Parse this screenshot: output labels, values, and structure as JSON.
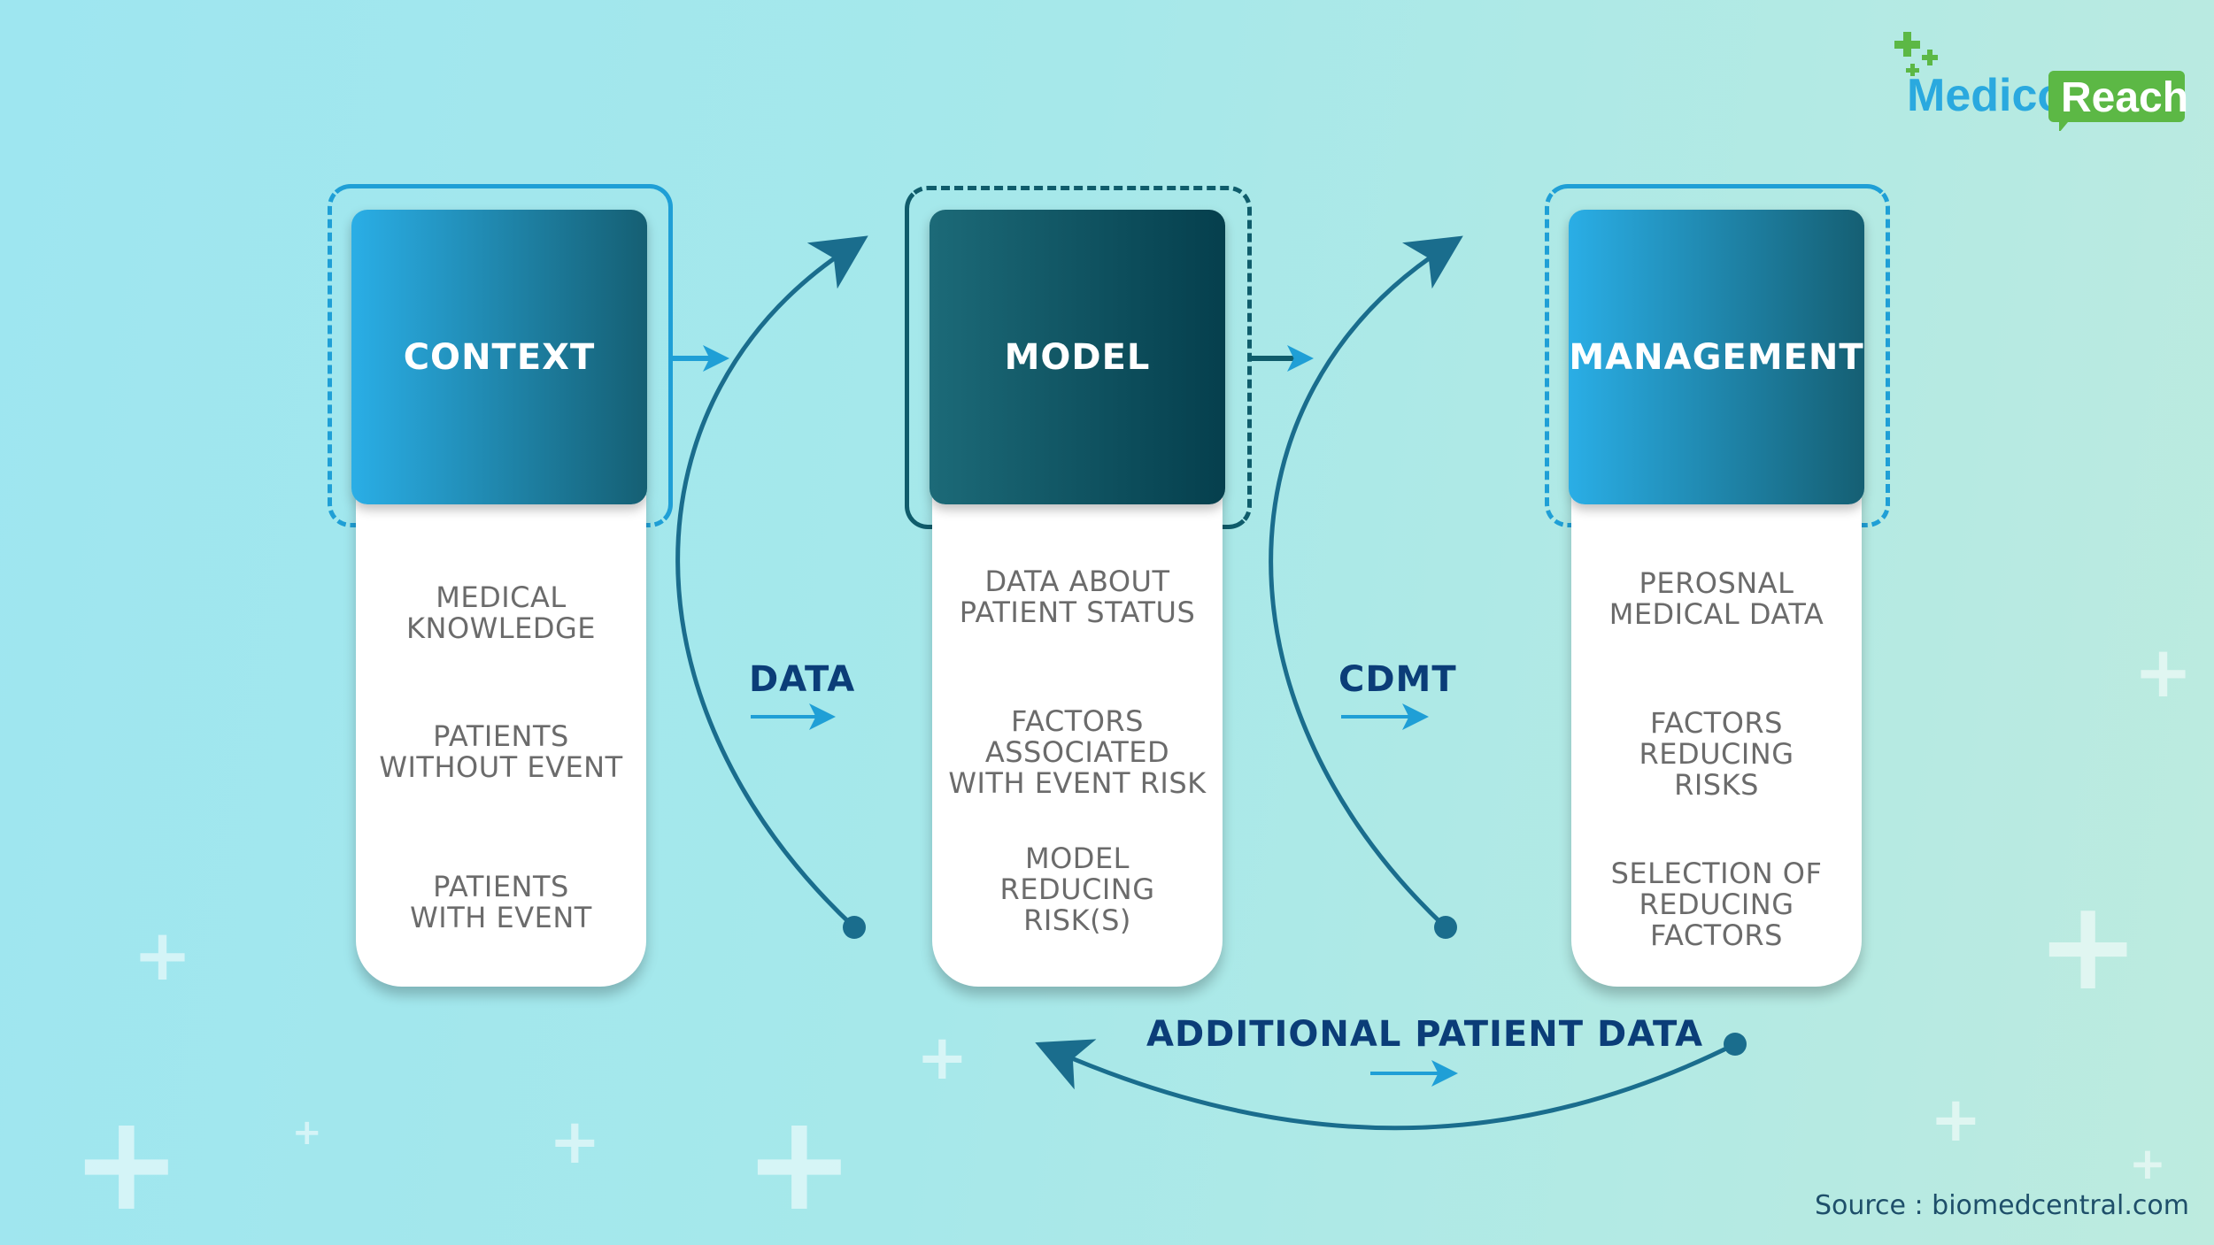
{
  "logo": {
    "part1": "Medico",
    "part2": "Reach"
  },
  "columns": [
    {
      "title": "CONTEXT",
      "items": [
        "MEDICAL\nKNOWLEDGE",
        "PATIENTS\nWITHOUT EVENT",
        "PATIENTS\nWITH EVENT"
      ]
    },
    {
      "title": "MODEL",
      "items": [
        "DATA ABOUT\nPATIENT STATUS",
        "FACTORS\nASSOCIATED\nWITH EVENT RISK",
        "MODEL\nREDUCING\nRISK(S)"
      ]
    },
    {
      "title": "MANAGEMENT",
      "items": [
        "PEROSNAL\nMEDICAL DATA",
        "FACTORS\nREDUCING\nRISKS",
        "SELECTION OF\nREDUCING\nFACTORS"
      ]
    }
  ],
  "flows": {
    "data": "DATA",
    "cdmt": "CDMT",
    "feedback": "ADDITIONAL PATIENT DATA"
  },
  "source": "Source : biomedcentral.com",
  "colors": {
    "context_head": [
      "#2aaee6",
      "#155f73"
    ],
    "model_head": [
      "#1c6a78",
      "#053f4d"
    ],
    "management_head": [
      "#2aaee6",
      "#155f73"
    ],
    "frame_blue": "#1f9fd6",
    "frame_teal": "#0f5c6b",
    "arrow": "#1f6f8f",
    "logo_blue": "#2aa9df",
    "logo_green": "#5cb845"
  }
}
